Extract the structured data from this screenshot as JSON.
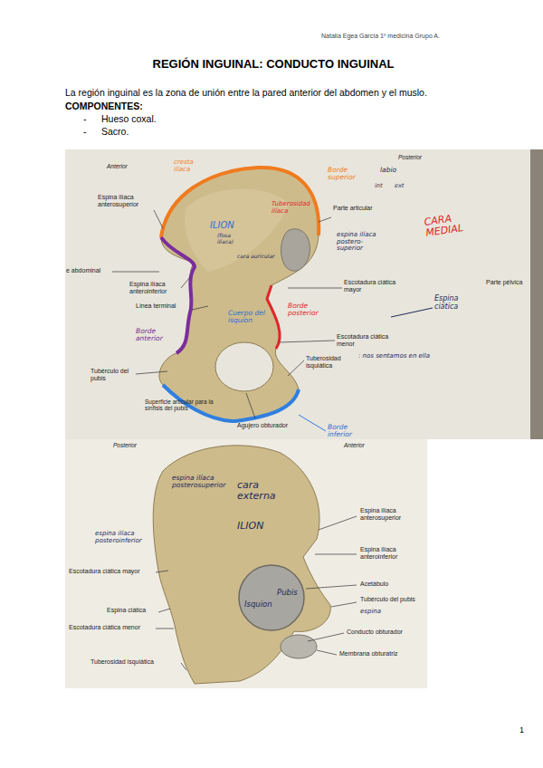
{
  "diagram": {
    "title": "REGIÓN INGUINAL: CONDUCTO INGUINAL",
    "labels": [
      "Natalia Egea García 1º medicina Grupo A.",
      "La región inguinal es la zona de unión entre la pared anterior del abdomen y el muslo.",
      "COMPONENTES:",
      "-",
      "Hueso coxal.",
      "-",
      "Sacro.",
      "Posterior",
      "Anterior",
      "Espina ilíaca anterosuperior",
      "e abdominal",
      "Espina ilíaca anteroinferior",
      "Línea terminal",
      "Tubérculo del pubis",
      "Superficie articular para la sínfisis del pubis",
      "Agujero obturador",
      "Tuberosidad isquiática",
      "Escotadura ciática menor",
      "Escotadura ciática mayor",
      "Parte articular",
      "Parte pélvica",
      "cresta ilíaca",
      "Borde superior",
      "labio",
      "int",
      "ext",
      "ILION",
      "(fosa ilíaca)",
      "Tuberosidad ilíaca",
      "cara auricular",
      "espina ilíaca postero-superior",
      "CARA MEDIAL",
      "Borde anterior",
      "Cuerpo del isquion",
      "Borde posterior",
      "Espina ciática",
      ": nos sentamos en ella",
      "Borde inferior",
      "Posterior",
      "Anterior",
      "espina ilíaca posterosuperior",
      "cara externa",
      "ILION",
      "Espina ilíaca anterosuperior",
      "espina ilíaca posteroinferior",
      "Escotadura ciática mayor",
      "Espina ilíaca anteroinferior",
      "Acetábulo",
      "Espina ciática",
      "Isquion",
      "Pubis",
      "Tubérculo del pubis",
      "espina",
      "Escotadura ciática menor",
      "Conducto obturador",
      "Membrana obturatriz",
      "Tuberosidad isquiática",
      "1"
    ]
  }
}
